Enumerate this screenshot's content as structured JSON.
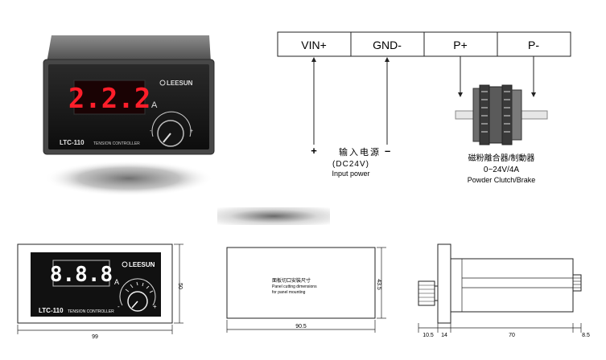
{
  "device": {
    "display": "2.2.2",
    "unit": "A",
    "brand": "LEESUN",
    "model": "LTC-110",
    "subtitle": "TENSION CONTROLLER",
    "knob_plus": "+",
    "knob_minus": "-"
  },
  "wiring": {
    "terminals": [
      "VIN+",
      "GND-",
      "P+",
      "P-"
    ],
    "input_plus": "+",
    "input_cn": "输入电源",
    "input_minus": "–",
    "input_volt": "(DC24V)",
    "input_en": "Input power",
    "load_cn": "磁粉離合器/制動器",
    "load_spec": "0~24V/4A",
    "load_en": "Powder Clutch/Brake"
  },
  "drawing_front": {
    "display": "8.8.8",
    "unit": "A",
    "brand": "LEESUN",
    "model": "LTC-110",
    "subtitle": "TENSION CONTROLLER",
    "knob_plus": "+",
    "knob_minus": "-",
    "width_dim": "99",
    "height_dim": "50"
  },
  "drawing_cutout": {
    "label_cn": "面板切口安裝尺寸",
    "label_en1": "Panel cutting dimensions",
    "label_en2": "for panel mounting",
    "width_dim": "90.5",
    "height_dim": "43.5"
  },
  "drawing_side": {
    "dims": [
      "10.5",
      "14",
      "70",
      "8.5"
    ]
  },
  "colors": {
    "led_red": "#ff1e2a",
    "panel_black": "#111111",
    "frame_gray": "#3a3a3a"
  }
}
